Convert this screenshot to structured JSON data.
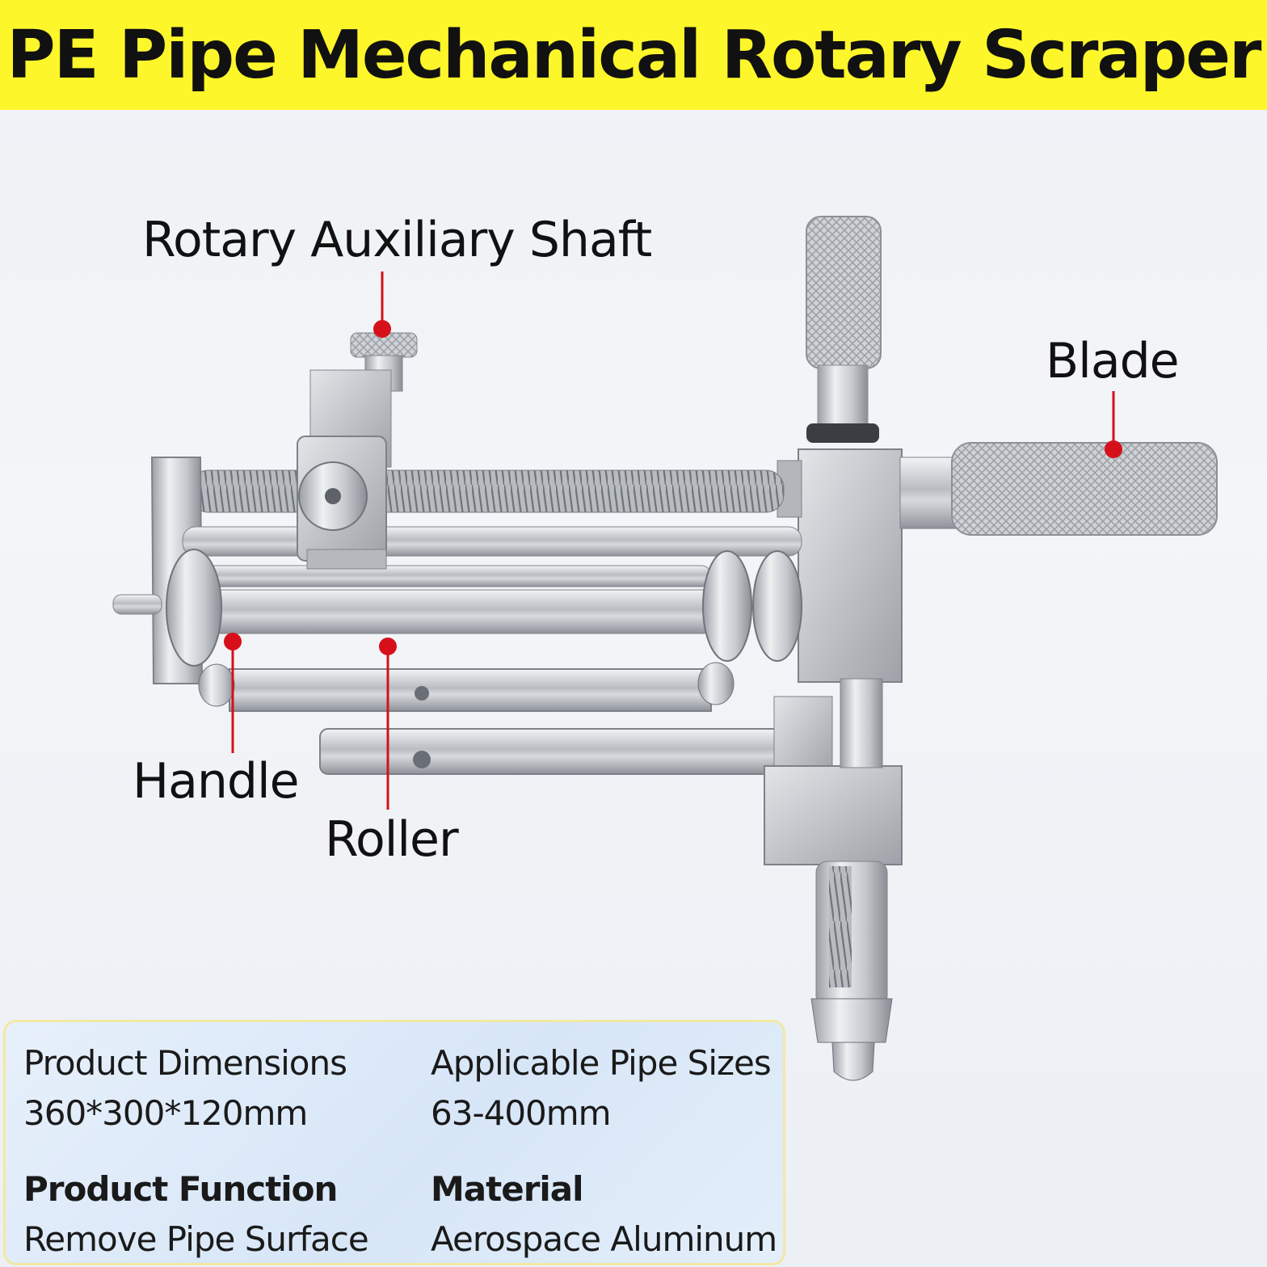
{
  "title": "PE Pipe Mechanical Rotary Scraper",
  "callouts": {
    "shaft": "Rotary Auxiliary Shaft",
    "blade": "Blade",
    "handle": "Handle",
    "roller": "Roller"
  },
  "specs": [
    {
      "label": "Product Dimensions",
      "value": "360*300*120mm"
    },
    {
      "label": "Applicable Pipe Sizes",
      "value": "63-400mm"
    },
    {
      "label": "Product Function",
      "value": "Remove Pipe Surface"
    },
    {
      "label": "Material",
      "value": "Aerospace Aluminum"
    }
  ],
  "colors": {
    "banner": "#fdf62a",
    "pointer": "#d6101b",
    "panel": "#dbe8f7"
  }
}
